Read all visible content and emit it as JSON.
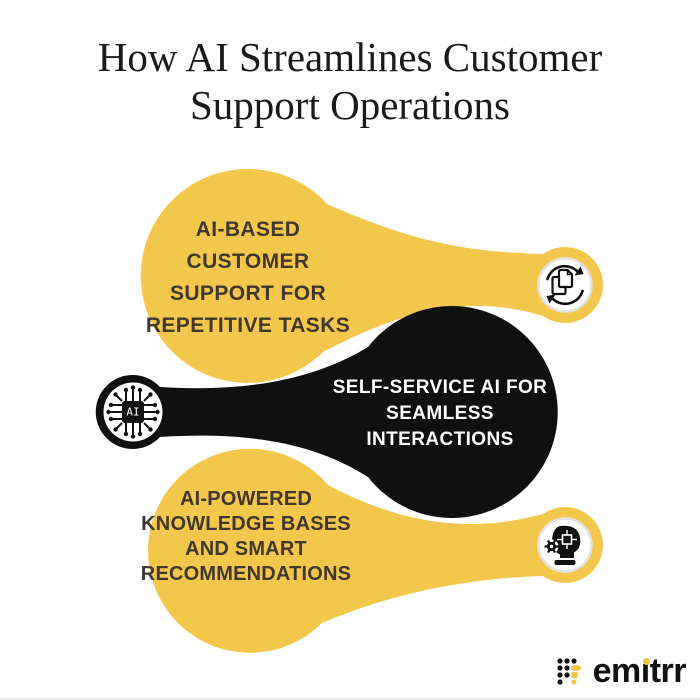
{
  "title": {
    "line1": "How AI Streamlines Customer",
    "line2": "Support Operations"
  },
  "balloons": [
    {
      "name": "ai-based-customer-support",
      "shape_color": "yellow",
      "lines": [
        "AI-BASED",
        "CUSTOMER",
        "SUPPORT FOR",
        "REPETITIVE TASKS"
      ],
      "icon": "document-sync-icon"
    },
    {
      "name": "self-service-ai",
      "shape_color": "black",
      "lines": [
        "SELF-SERVICE AI FOR",
        "SEAMLESS",
        "INTERACTIONS"
      ],
      "icon": "ai-chip-icon",
      "icon_label": "AI"
    },
    {
      "name": "ai-powered-knowledge-bases",
      "shape_color": "yellow",
      "lines": [
        "AI-POWERED",
        "KNOWLEDGE BASES",
        "AND SMART",
        "RECOMMENDATIONS"
      ],
      "icon": "robot-head-icon"
    }
  ],
  "brand": {
    "name": "emitrr",
    "wordmark_pre": "em",
    "wordmark_i_stem": "ı",
    "wordmark_post": "trr"
  },
  "colors": {
    "yellow": "#F2C74C",
    "shape_black": "#101010",
    "balloon_text_dark": "#40382C",
    "balloon_text_light": "#FFFFFF",
    "title_text": "#1A1A1A",
    "background": "#FFFFFF",
    "icon_ring_gray": "#E3E3E3",
    "brand_black": "#111111",
    "brand_yellow": "#F2C347"
  }
}
